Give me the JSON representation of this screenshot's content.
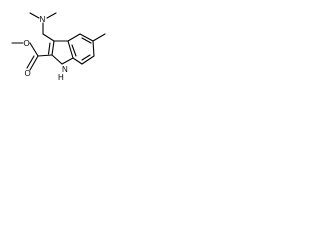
{
  "molecule": {
    "atoms": {
      "n_amine": "N",
      "o_ester": "O",
      "o_carbonyl": "O",
      "nh": "N",
      "nh_h": "H"
    }
  },
  "colors": {
    "bond": "#000000",
    "background": "#ffffff"
  }
}
